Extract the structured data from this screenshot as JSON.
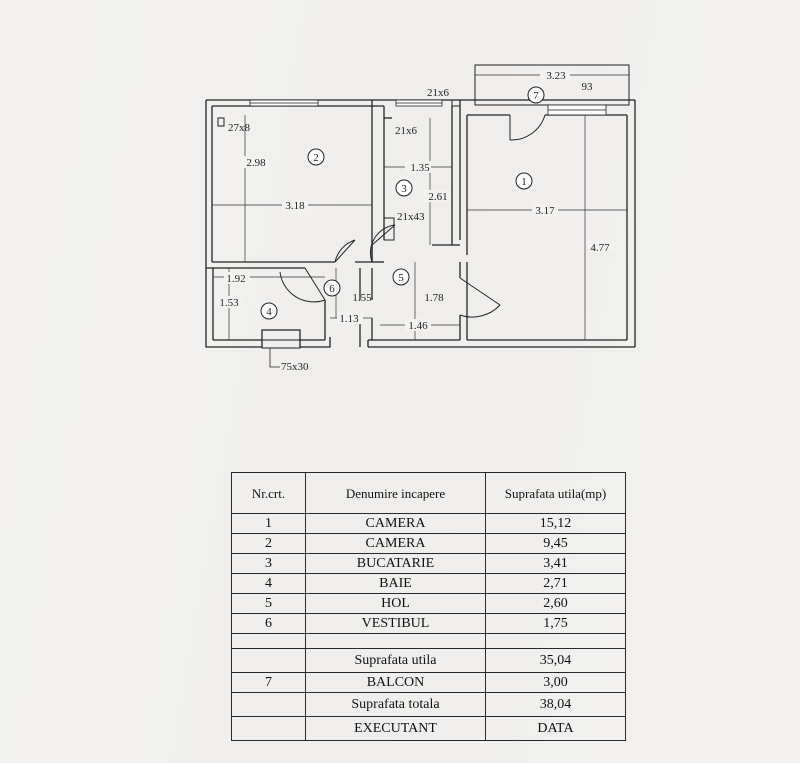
{
  "plan": {
    "rooms": [
      {
        "id": "1",
        "name": "CAMERA"
      },
      {
        "id": "2",
        "name": "CAMERA"
      },
      {
        "id": "3",
        "name": "BUCATARIE"
      },
      {
        "id": "4",
        "name": "BAIE"
      },
      {
        "id": "5",
        "name": "HOL"
      },
      {
        "id": "6",
        "name": "VESTIBUL"
      },
      {
        "id": "7",
        "name": "BALCON"
      }
    ],
    "dims": {
      "balcony_width": "3.23",
      "balcony_depth": "93",
      "vent_top": "21x6",
      "vent_kitchen": "21x6",
      "niche_room2": "27x8",
      "room2_height": "2.98",
      "room2_width": "3.18",
      "kitchen_width": "1.35",
      "kitchen_height": "2.61",
      "kitchen_shaft": "21x43",
      "room1_width": "3.17",
      "room1_height": "4.77",
      "bath_width": "1.92",
      "bath_height": "1.53",
      "vestibule_height": "1.55",
      "vestibule_width": "1.13",
      "hall_height": "1.78",
      "hall_width": "1.46",
      "bath_shaft": "75x30"
    }
  },
  "table": {
    "headers": [
      "Nr.crt.",
      "Denumire incapere",
      "Suprafata utila(mp)"
    ],
    "rows": [
      {
        "nr": "1",
        "name": "CAMERA",
        "area": "15,12"
      },
      {
        "nr": "2",
        "name": "CAMERA",
        "area": "9,45"
      },
      {
        "nr": "3",
        "name": "BUCATARIE",
        "area": "3,41"
      },
      {
        "nr": "4",
        "name": "BAIE",
        "area": "2,71"
      },
      {
        "nr": "5",
        "name": "HOL",
        "area": "2,60"
      },
      {
        "nr": "6",
        "name": "VESTIBUL",
        "area": "1,75"
      }
    ],
    "useful_label": "Suprafata utila",
    "useful_value": "35,04",
    "balcony": {
      "nr": "7",
      "name": "BALCON",
      "area": "3,00"
    },
    "total_label": "Suprafata totala",
    "total_value": "38,04",
    "footer": {
      "executant": "EXECUTANT",
      "data": "DATA"
    }
  }
}
